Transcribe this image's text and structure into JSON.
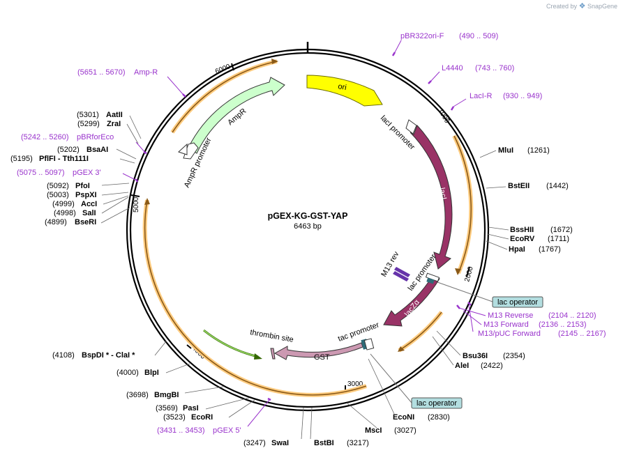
{
  "brand": {
    "created_by": "Created by",
    "app": "SnapGene"
  },
  "plasmid": {
    "name": "pGEX-KG-GST-YAP",
    "size": "6463 bp"
  },
  "ticks": [
    "1000",
    "2000",
    "3000",
    "4000",
    "5000",
    "6000"
  ],
  "features": {
    "ori": "ori",
    "ampr": "AmpR",
    "ampr_promoter": "AmpR promoter",
    "laci": "lacI",
    "laci_promoter": "lacI promoter",
    "m13rev": "M13 rev",
    "lac_promoter_1": "lac promoter",
    "lacz": "lacZα",
    "tac_promoter": "tac promoter",
    "gst": "GST",
    "thrombin": "thrombin site"
  },
  "primers": [
    {
      "name": "pBR322ori-F",
      "range": "(490 .. 509)"
    },
    {
      "name": "L4440",
      "range": "(743 .. 760)"
    },
    {
      "name": "LacI-R",
      "range": "(930 .. 949)"
    },
    {
      "name": "Amp-R",
      "range": "(5651 .. 5670)"
    },
    {
      "name": "pBRforEco",
      "range": "(5242 .. 5260)"
    },
    {
      "name": "pGEX 3'",
      "range": "(5075 .. 5097)"
    },
    {
      "name": "M13 Reverse",
      "range": "(2104 .. 2120)"
    },
    {
      "name": "M13 Forward",
      "range": "(2136 .. 2153)"
    },
    {
      "name": "M13/pUC Forward",
      "range": "(2145 .. 2167)"
    },
    {
      "name": "pGEX 5'",
      "range": "(3431 .. 3453)"
    }
  ],
  "sites": {
    "mlui": {
      "name": "MluI",
      "pos": "(1261)"
    },
    "bsteii": {
      "name": "BstEII",
      "pos": "(1442)"
    },
    "bsshii": {
      "name": "BssHII",
      "pos": "(1672)"
    },
    "ecorv": {
      "name": "EcoRV",
      "pos": "(1711)"
    },
    "hpai": {
      "name": "HpaI",
      "pos": "(1767)"
    },
    "bsu36i": {
      "name": "Bsu36I",
      "pos": "(2354)"
    },
    "alei": {
      "name": "AleI",
      "pos": "(2422)"
    },
    "econi": {
      "name": "EcoNI",
      "pos": "(2830)"
    },
    "msci": {
      "name": "MscI",
      "pos": "(3027)"
    },
    "bstbi": {
      "name": "BstBI",
      "pos": "(3217)"
    },
    "swai": {
      "name": "SwaI",
      "pos": "(3247)"
    },
    "ecori": {
      "name": "EcoRI",
      "pos": "(3523)"
    },
    "pasi": {
      "name": "PasI",
      "pos": "(3569)"
    },
    "bmgbi": {
      "name": "BmgBI",
      "pos": "(3698)"
    },
    "blpi": {
      "name": "BlpI",
      "pos": "(4000)"
    },
    "bspdi": {
      "name": "BspDI * - ClaI *",
      "pos": "(4108)"
    },
    "bseri": {
      "name": "BseRI",
      "pos": "(4899)"
    },
    "sali": {
      "name": "SalI",
      "pos": "(4998)"
    },
    "acci": {
      "name": "AccI",
      "pos": "(4999)"
    },
    "pspxi": {
      "name": "PspXI",
      "pos": "(5003)"
    },
    "pfoi": {
      "name": "PfoI",
      "pos": "(5092)"
    },
    "pflfi": {
      "name": "PflFI - Tth111I",
      "pos": "(5195)"
    },
    "bsaai": {
      "name": "BsaAI",
      "pos": "(5202)"
    },
    "zrai": {
      "name": "ZraI",
      "pos": "(5299)"
    },
    "aatii": {
      "name": "AatII",
      "pos": "(5301)"
    }
  },
  "lac_operator_label": "lac operator",
  "colors": {
    "ori": "#ffff00",
    "ampr": "#ccffcc",
    "laci": "#993366",
    "lacz": "#993366",
    "gst": "#cc99b2",
    "primer": "#9933cc",
    "orf": "#ffcc80",
    "operator_fill": "#b3dee0",
    "backbone": "#000000"
  }
}
